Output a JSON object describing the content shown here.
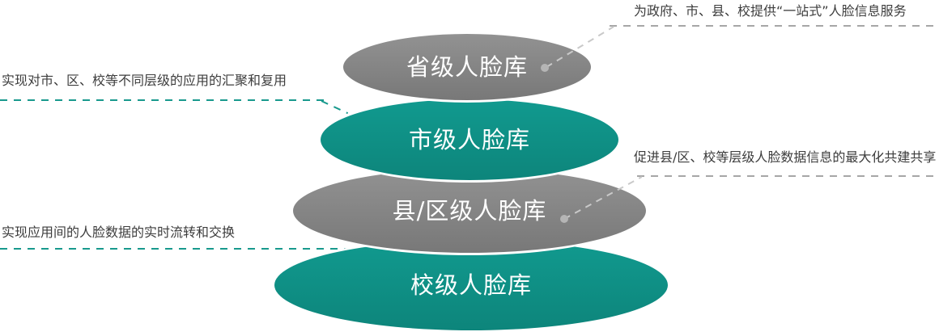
{
  "diagram": {
    "title_semantic": "face-database-hierarchy-pyramid"
  },
  "pyramid": {
    "levels": [
      {
        "label": "省级人脸库",
        "color": "gray"
      },
      {
        "label": "市级人脸库",
        "color": "teal"
      },
      {
        "label": "县/区级人脸库",
        "color": "gray"
      },
      {
        "label": "校级人脸库",
        "color": "teal"
      }
    ]
  },
  "annotations": [
    {
      "text": "为政府、市、县、校提供“一站式”人脸信息服务",
      "side": "top-right",
      "connects_to": "省级人脸库"
    },
    {
      "text": "实现对市、区、校等不同层级的应用的汇聚和复用",
      "side": "left-top",
      "connects_to": "市级人脸库"
    },
    {
      "text": "促进县/区、校等层级人脸数据信息的最大化共建共享",
      "side": "right-middle",
      "connects_to": "县/区级人脸库"
    },
    {
      "text": "实现应用间的人脸数据的实时流转和交换",
      "side": "left-bottom",
      "connects_to": "校级人脸库"
    }
  ],
  "colors": {
    "bg": "#ffffff",
    "teal_top": "#119a8f",
    "teal_bottom": "#0d857b",
    "gray_top": "#929292",
    "gray_bottom": "#787878",
    "border_white": "#ffffff",
    "label_white": "#ffffff",
    "text_dark": "#3d3d3d",
    "dash_teal": "#18998d",
    "dash_gray": "#a6a6a6",
    "dash_light": "#c9c9c9",
    "dot": "#b5b5b5"
  }
}
